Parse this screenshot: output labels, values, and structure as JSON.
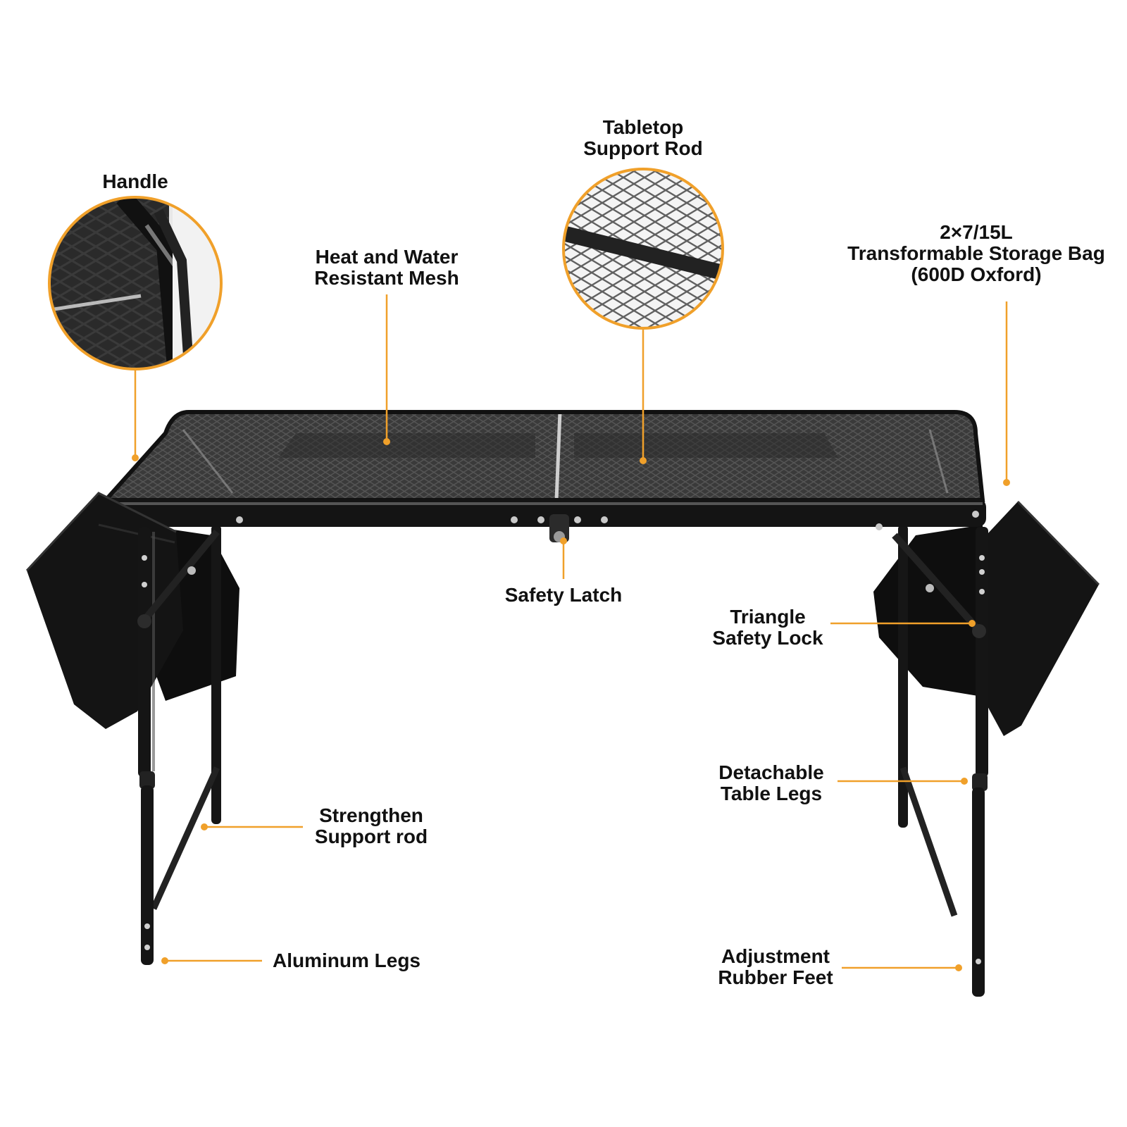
{
  "colors": {
    "accent": "#f0a02a",
    "metal": "#1a1a1a",
    "mesh": "#555555",
    "bag": "#141414"
  },
  "labels": {
    "tabletop": {
      "line1": "Tabletop",
      "line2": "Support Rod"
    },
    "handle": {
      "line1": "Handle"
    },
    "mesh": {
      "line1": "Heat and Water",
      "line2": "Resistant Mesh"
    },
    "bag": {
      "line1": "2×7/15L",
      "line2": "Transformable Storage Bag",
      "line3": "(600D Oxford)"
    },
    "latch": {
      "line1": "Safety Latch"
    },
    "triangle": {
      "line1": "Triangle",
      "line2": "Safety Lock"
    },
    "detachable": {
      "line1": "Detachable",
      "line2": "Table Legs"
    },
    "strengthen": {
      "line1": "Strengthen",
      "line2": "Support rod"
    },
    "aluminum": {
      "line1": "Aluminum Legs"
    },
    "feet": {
      "line1": "Adjustment",
      "line2": "Rubber Feet"
    }
  },
  "icons": [
    "handle-zoom-icon",
    "mesh-zoom-icon",
    "folding-table-icon"
  ]
}
